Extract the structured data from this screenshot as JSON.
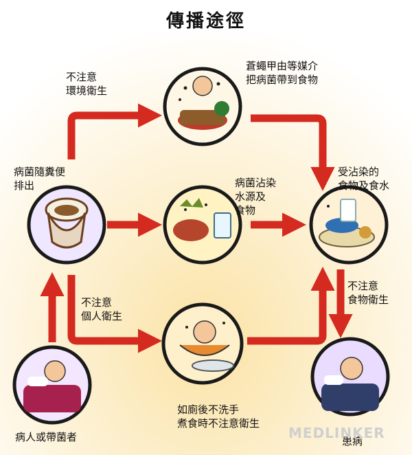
{
  "title": "傳播途徑",
  "nodes": {
    "patient": "病人或帶菌者",
    "excrete": "病菌隨糞便\n排出",
    "flies": "蒼蠅甲由等媒介\n把病菌帶到食物",
    "water": "病菌沾染\n水源及\n食物",
    "contaminated": "受沾染的\n食物及食水",
    "hands": "如廁後不洗手\n煮食時不注意衛生",
    "sick": "患病"
  },
  "edge_labels": {
    "env": "不注意\n環境衛生",
    "personal": "不注意\n個人衛生",
    "food": "不注意\n食物衛生"
  },
  "watermark": "MEDLINKER",
  "colors": {
    "arrow": "#d42a1f",
    "circle_ring": "#1a1a1a",
    "background_warm": "#fbe9bb"
  },
  "icons": [
    "flies-scene",
    "water-scene",
    "food-scene",
    "toilet-scene",
    "patient-scene",
    "cooking-scene",
    "sick-scene"
  ]
}
